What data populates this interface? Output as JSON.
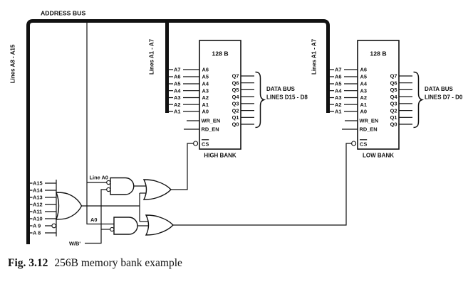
{
  "figure": {
    "caption_label": "Fig. 3.12",
    "caption_text": "256B memory bank example"
  },
  "colors": {
    "ink": "#111111",
    "background": "#ffffff"
  },
  "labels": {
    "address_bus": "ADDRESS BUS",
    "lines_a8_a15": "Lines A8 - A15",
    "lines_a1_a7_high": "Lines A1 - A7",
    "lines_a1_a7_low": "Lines A1 - A7",
    "line_a0": "Line A0",
    "a0": "A0",
    "wb": "W/B'"
  },
  "or_inputs": [
    "A15",
    "A14",
    "A13",
    "A12",
    "A11",
    "A10",
    "A 9",
    "A 8"
  ],
  "high_bank": {
    "size": "128 B",
    "name": "HIGH BANK",
    "ext_pins": [
      "A7",
      "A6",
      "A5",
      "A4",
      "A3",
      "A2",
      "A1"
    ],
    "addr_pins": [
      "A6",
      "A5",
      "A4",
      "A3",
      "A2",
      "A1",
      "A0"
    ],
    "q_pins": [
      "Q7",
      "Q6",
      "Q5",
      "Q4",
      "Q3",
      "Q2",
      "Q1",
      "Q0"
    ],
    "wr_en": "WR_EN",
    "rd_en": "RD_EN",
    "cs": "CS",
    "data_bus_1": "DATA BUS",
    "data_bus_2": "LINES D15 - D8"
  },
  "low_bank": {
    "size": "128 B",
    "name": "LOW BANK",
    "ext_pins": [
      "A7",
      "A6",
      "A5",
      "A4",
      "A3",
      "A2",
      "A1"
    ],
    "addr_pins": [
      "A6",
      "A5",
      "A4",
      "A3",
      "A2",
      "A1",
      "A0"
    ],
    "q_pins": [
      "Q7",
      "Q6",
      "Q5",
      "Q4",
      "Q3",
      "Q2",
      "Q1",
      "Q0"
    ],
    "wr_en": "WR_EN",
    "rd_en": "RD_EN",
    "cs": "CS",
    "data_bus_1": "DATA BUS",
    "data_bus_2": "LINES D7 - D0"
  }
}
